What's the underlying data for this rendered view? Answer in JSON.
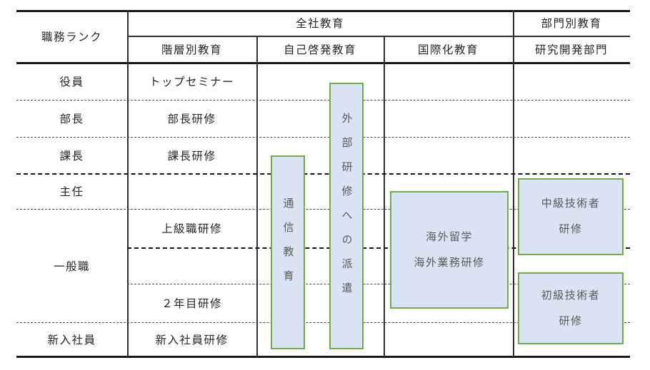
{
  "table": {
    "header": {
      "rank_col": "職務ランク",
      "company_wide": "全社教育",
      "departmental": "部門別教育",
      "sub_tier": "階層別教育",
      "sub_self": "自己啓発教育",
      "sub_international": "国際化教育",
      "sub_rnd": "研究開発部門"
    },
    "ranks": [
      "役員",
      "部長",
      "課長",
      "主任",
      "一般職",
      "新入社員"
    ],
    "tier_programs": {
      "executive": "トップセミナー",
      "bucho": "部長研修",
      "kacho": "課長研修",
      "senior": "上級職研修",
      "second_year": "２年目研修",
      "newcomer": "新入社員研修"
    },
    "boxes": {
      "correspondence": "通信教育",
      "external_dispatch": "外部研修への派遣",
      "international_line1": "海外留学",
      "international_line2": "海外業務研修",
      "intermediate_line1": "中級技術者",
      "intermediate_line2": "研修",
      "beginner_line1": "初級技術者",
      "beginner_line2": "研修"
    },
    "colors": {
      "box_fill": "#dae3f3",
      "box_border": "#70ad47",
      "box_text": "#595959",
      "text_main": "#262626",
      "line_strong": "#171717",
      "line_thin": "#2e2e2e",
      "line_dash": "#4a4a4a"
    }
  }
}
